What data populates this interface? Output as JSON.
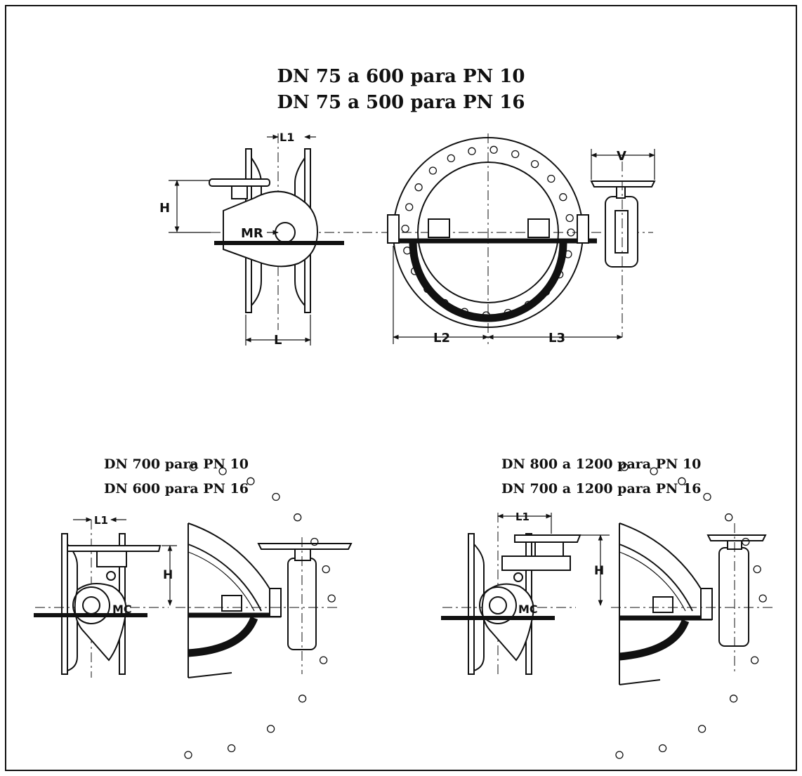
{
  "main_view": {
    "title_line1": "DN 75 a 600 para PN 10",
    "title_line2": "DN 75 a 500 para PN 16",
    "labels": {
      "l1": "L1",
      "h": "H",
      "mr": "MR",
      "l": "L",
      "l2": "L2",
      "l3": "L3",
      "v": "V"
    }
  },
  "left_view": {
    "title_line1": "DN 700 para PN 10",
    "title_line2": "DN 600 para PN 16",
    "labels": {
      "l1": "L1",
      "h": "H",
      "mc": "MC"
    }
  },
  "right_view": {
    "title_line1": "DN 800 a 1200 para PN 10",
    "title_line2": "DN 700 a 1200 para PN 16",
    "labels": {
      "l1": "L1",
      "h": "H",
      "mc": "MC"
    }
  },
  "colors": {
    "ink": "#111111",
    "paper": "#ffffff"
  }
}
